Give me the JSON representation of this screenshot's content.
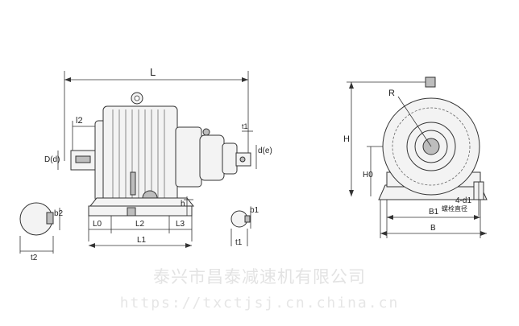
{
  "drawing": {
    "labels": {
      "L": "L",
      "l2": "l2",
      "D": "D(d)",
      "t1_top": "t1",
      "d_right": "d(e)",
      "h": "h",
      "L0": "L0",
      "L2": "L2",
      "L3": "L3",
      "L1": "L1",
      "b2": "b2",
      "t2": "t2",
      "b1": "b1",
      "t1_bottom": "t1",
      "R": "R",
      "H": "H",
      "H0": "H0",
      "fourd": "4-d1",
      "bolt": "螺栓直径",
      "B1": "B1",
      "B": "B"
    }
  },
  "watermark": {
    "company": "泰兴市昌泰减速机有限公司",
    "url": "https://txctjsj.cn.china.cn"
  }
}
